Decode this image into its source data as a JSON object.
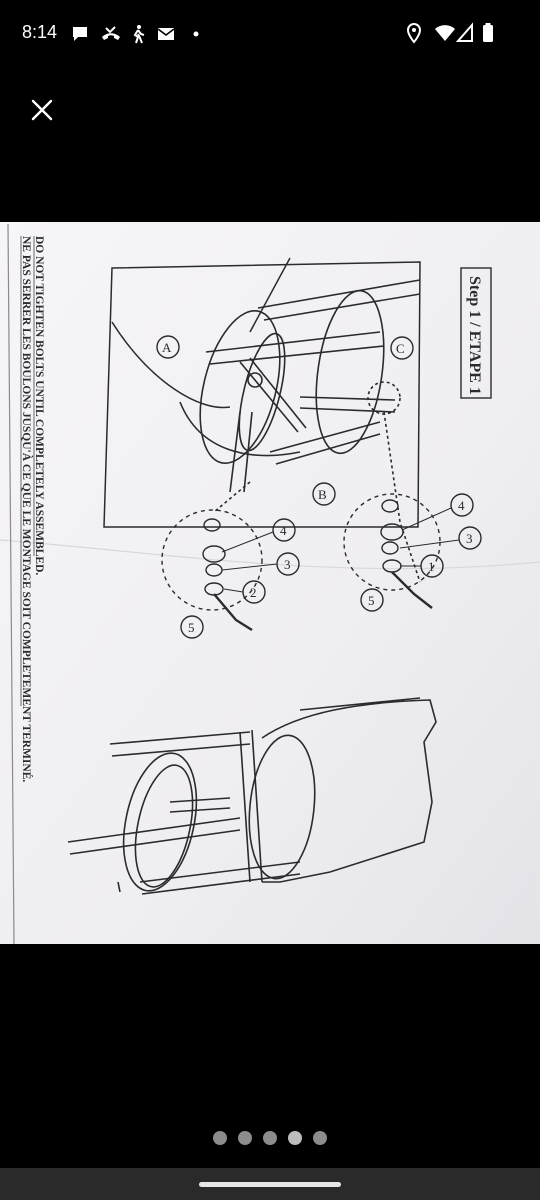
{
  "status_bar": {
    "time": "8:14",
    "left_icons": [
      "chat-bubble-icon",
      "missed-call-icon",
      "walking-person-icon",
      "mail-icon",
      "dot-icon"
    ],
    "right_icons": [
      "location-pin-icon",
      "wifi-icon",
      "cell-signal-icon",
      "battery-icon"
    ]
  },
  "viewer": {
    "close_icon": "close-icon",
    "pager": {
      "count": 5,
      "active_index": 3
    }
  },
  "document": {
    "step_title": "Step 1 / ETAPE 1",
    "warning_en": "DO NOT TIGHTEN BOLTS UNTIL COMPLETELY ASSEMBLED.",
    "warning_fr": "NE PAS SERRER LES BOULONS JUSQU'À CE QUE LE MONTAGE SOIT COMPLETEMENT TERMINÉ.",
    "part_labels": [
      "A",
      "B",
      "C"
    ],
    "callouts": [
      "1",
      "2",
      "3",
      "4",
      "5"
    ]
  },
  "colors": {
    "background": "#000000",
    "paper": "#f4f3f6",
    "ink": "#2b2b2b",
    "nav_bar": "#2a2a2a"
  }
}
